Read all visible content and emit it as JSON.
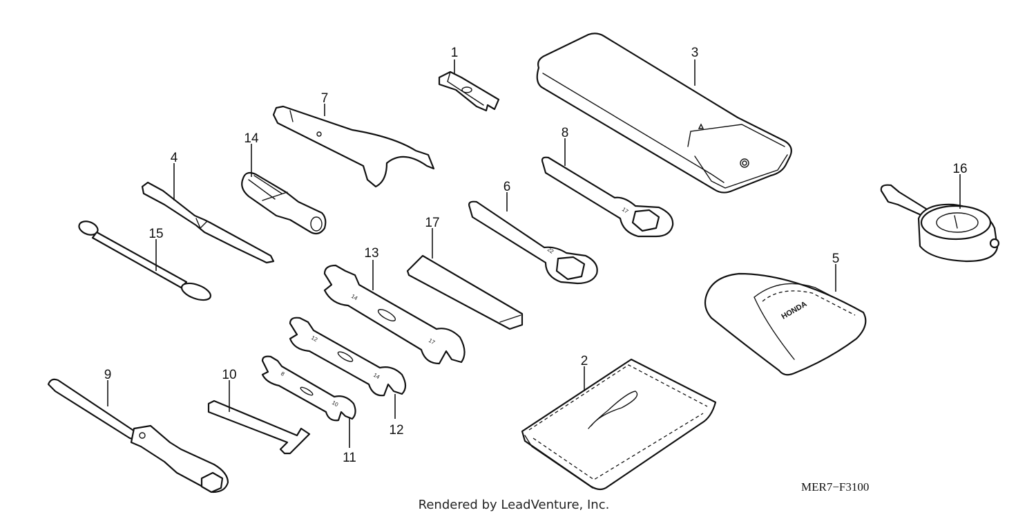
{
  "diagram": {
    "drawing_code": "MER7−F3100",
    "credit": "Rendered by LeadVenture, Inc.",
    "brand_mark": "HONDA",
    "wrench_sizes": {
      "box_wrench_6": "22",
      "box_wrench_8": "17",
      "open_wrench_13": [
        "14",
        "17"
      ],
      "open_wrench_12": [
        "12",
        "14"
      ],
      "open_wrench_11": [
        "8",
        "10"
      ]
    },
    "callouts": [
      {
        "id": "c1",
        "label": "1"
      },
      {
        "id": "c2",
        "label": "2"
      },
      {
        "id": "c3",
        "label": "3"
      },
      {
        "id": "c4",
        "label": "4"
      },
      {
        "id": "c5",
        "label": "5"
      },
      {
        "id": "c6",
        "label": "6"
      },
      {
        "id": "c7",
        "label": "7"
      },
      {
        "id": "c8",
        "label": "8"
      },
      {
        "id": "c9",
        "label": "9"
      },
      {
        "id": "c10",
        "label": "10"
      },
      {
        "id": "c11",
        "label": "11"
      },
      {
        "id": "c12",
        "label": "12"
      },
      {
        "id": "c13",
        "label": "13"
      },
      {
        "id": "c14",
        "label": "14"
      },
      {
        "id": "c15",
        "label": "15"
      },
      {
        "id": "c16",
        "label": "16"
      },
      {
        "id": "c17",
        "label": "17"
      }
    ]
  }
}
